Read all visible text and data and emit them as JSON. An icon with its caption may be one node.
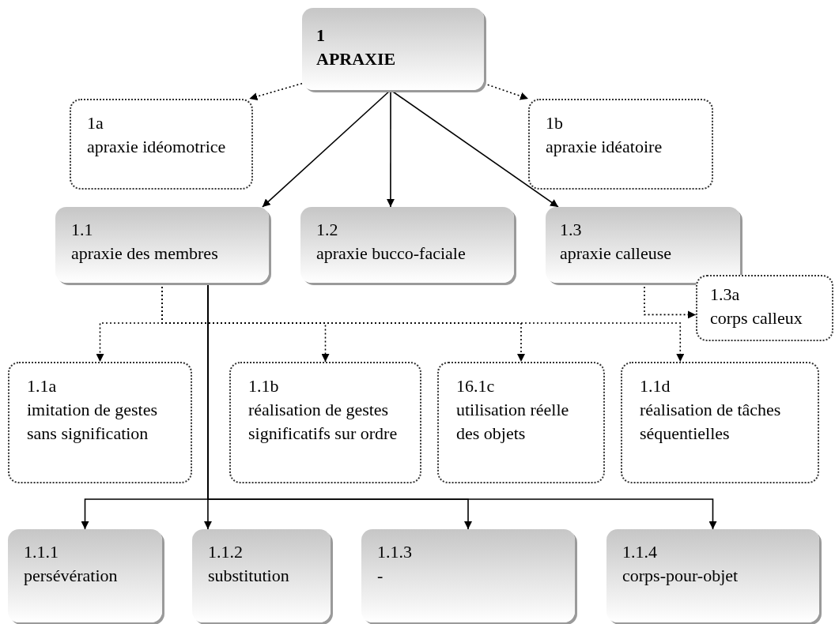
{
  "diagram": {
    "nodes": [
      {
        "text": [
          "1",
          "APRAXIE"
        ]
      },
      {
        "text": [
          "1a",
          "apraxie idéomotrice"
        ]
      },
      {
        "text": [
          "1b",
          "apraxie idéatoire"
        ]
      },
      {
        "text": [
          "1.1",
          "apraxie des membres"
        ]
      },
      {
        "text": [
          "1.2",
          "apraxie bucco-faciale"
        ]
      },
      {
        "text": [
          "1.3",
          "apraxie calleuse"
        ]
      },
      {
        "text": [
          "1.3a",
          "corps calleux"
        ]
      },
      {
        "text": [
          "1.1a",
          "imitation de gestes sans signification"
        ]
      },
      {
        "text": [
          "1.1b",
          "réalisation de gestes significatifs sur ordre"
        ]
      },
      {
        "text": [
          "16.1c",
          "utilisation réelle des objets"
        ]
      },
      {
        "text": [
          "1.1d",
          "réalisation de tâches séquentielles"
        ]
      },
      {
        "text": [
          "1.1.1",
          "persévération"
        ]
      },
      {
        "text": [
          "1.1.2",
          "substitution"
        ]
      },
      {
        "text": [
          "1.1.3",
          "-"
        ]
      },
      {
        "text": [
          "1.1.4",
          "corps-pour-objet"
        ]
      }
    ],
    "edges": [
      {
        "from": 0,
        "to": 1,
        "arrow": "to",
        "style": "dashed"
      },
      {
        "from": 0,
        "to": 2,
        "arrow": "to",
        "style": "dashed"
      },
      {
        "from": 0,
        "to": 3,
        "arrow": "to"
      },
      {
        "from": 0,
        "to": 4,
        "arrow": "to"
      },
      {
        "from": 0,
        "to": 5,
        "arrow": "to"
      },
      {
        "from": 5,
        "to": 6,
        "arrow": "to",
        "style": "dashed"
      },
      {
        "from": 3,
        "to": 7,
        "arrow": "to",
        "style": "dashed"
      },
      {
        "from": 3,
        "to": 8,
        "arrow": "to",
        "style": "dashed"
      },
      {
        "from": 3,
        "to": 9,
        "arrow": "to",
        "style": "dashed"
      },
      {
        "from": 3,
        "to": 10,
        "arrow": "to",
        "style": "dashed"
      },
      {
        "from": 3,
        "to": 11,
        "arrow": "to"
      },
      {
        "from": 3,
        "to": 12,
        "arrow": "to"
      },
      {
        "from": 3,
        "to": 13,
        "arrow": "to"
      },
      {
        "from": 3,
        "to": 14,
        "arrow": "to"
      }
    ]
  }
}
